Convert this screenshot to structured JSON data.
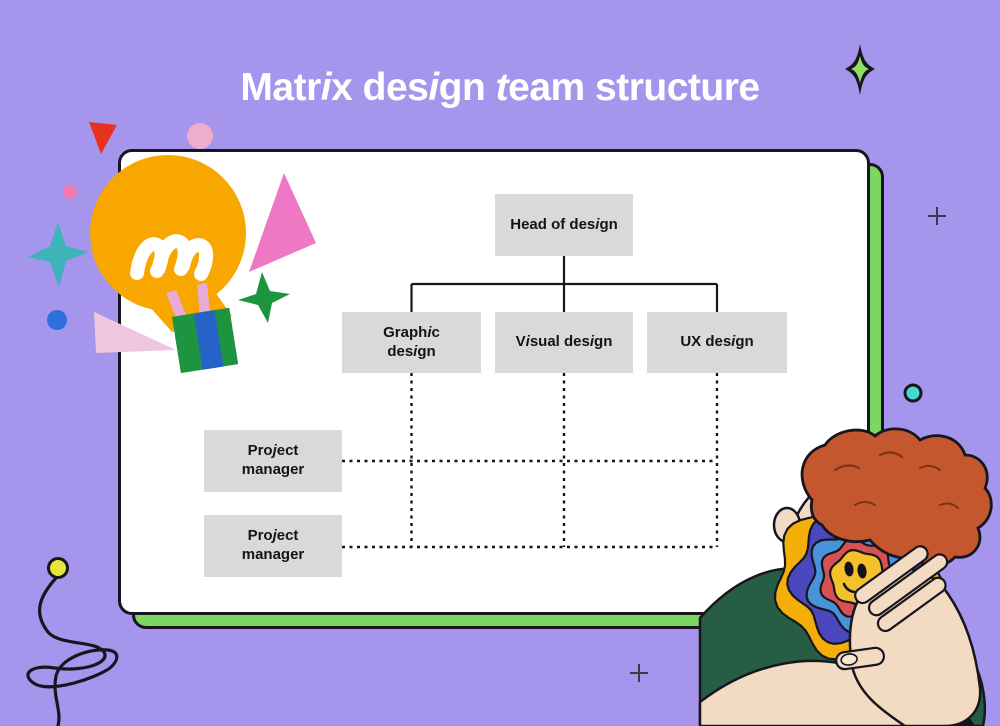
{
  "title": "Matr{i}x des{i}gn {t}eam structure",
  "org_chart": {
    "type": "matrix-org-chart",
    "root": "Head of des{i}gn",
    "columns": [
      "Graph{i}c des{i}gn",
      "V{i}sual des{i}gn",
      "UX des{i}gn"
    ],
    "columns_plain": [
      "Graphic design",
      "Visual design",
      "UX design"
    ],
    "root_plain": "Head of design",
    "rows": [
      "Pro{j}ect manager",
      "Pro{j}ect manager"
    ],
    "rows_plain": [
      "Project manager",
      "Project manager"
    ],
    "labels": {
      "head": "Head of des{i}gn",
      "graphic": "Graph{i}c des{i}gn",
      "visual": "V{i}sual des{i}gn",
      "ux": "UX des{i}gn",
      "pm1": "Pro{j}ect manager",
      "pm2": "Pro{j}ect manager"
    },
    "connector_styles": {
      "hierarchy": "solid",
      "matrix": "dotted"
    }
  },
  "colors": {
    "background_purple": "#A695EC",
    "card_white": "#FFFFFF",
    "card_green": "#7BD75F",
    "node_gray": "#D9D9D9",
    "ink_black": "#17161F",
    "bulb_orange": "#F8A600",
    "accent_pink": "#EE78C3",
    "accent_teal": "#3FB3BA",
    "accent_green": "#1D9440",
    "accent_blue": "#2E6FD9",
    "accent_red": "#E8321F",
    "hair_rust": "#C5572F",
    "skin": "#F3DBC3",
    "shirt_green": "#275C45",
    "smiley_yellow": "#F4C12C"
  },
  "decor": {
    "items": [
      "lightbulb-illustration",
      "red-triangle",
      "pink-circle",
      "pink-dot",
      "teal-star",
      "blue-dot",
      "pink-ray",
      "big-pink-triangle",
      "green-star",
      "sparkle-icon",
      "plus-icon-right",
      "plus-icon-bottom",
      "teal-ring-dot",
      "doodle-squiggle",
      "yellow-dot",
      "character-holding-smiley"
    ]
  }
}
